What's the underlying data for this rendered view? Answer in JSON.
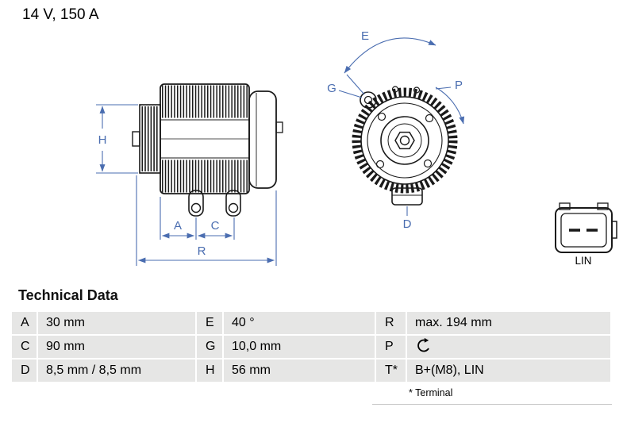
{
  "header": {
    "spec": "14 V, 150 A"
  },
  "diagram": {
    "labels": {
      "H": "H",
      "A": "A",
      "C": "C",
      "R": "R",
      "E": "E",
      "G": "G",
      "P": "P",
      "D": "D"
    },
    "connector_label": "LIN",
    "colors": {
      "dimension": "#4a6db0",
      "line": "#1a1a1a",
      "row_bg": "#e6e6e5"
    },
    "icons": {
      "rotation_direction": "clockwise-rotation-icon"
    }
  },
  "technical_data": {
    "title": "Technical Data",
    "rows": [
      {
        "cells": [
          {
            "key": "A",
            "value": "30 mm"
          },
          {
            "key": "E",
            "value": "40 °"
          },
          {
            "key": "R",
            "value": "max. 194 mm"
          }
        ]
      },
      {
        "cells": [
          {
            "key": "C",
            "value": "90 mm"
          },
          {
            "key": "G",
            "value": "10,0 mm"
          },
          {
            "key": "P",
            "value": "",
            "icon": "clockwise-rotation-icon"
          }
        ]
      },
      {
        "cells": [
          {
            "key": "D",
            "value": "8,5 mm / 8,5 mm"
          },
          {
            "key": "H",
            "value": "56 mm"
          },
          {
            "key": "T*",
            "value": "B+(M8), LIN"
          }
        ]
      }
    ],
    "footnote": "* Terminal"
  }
}
